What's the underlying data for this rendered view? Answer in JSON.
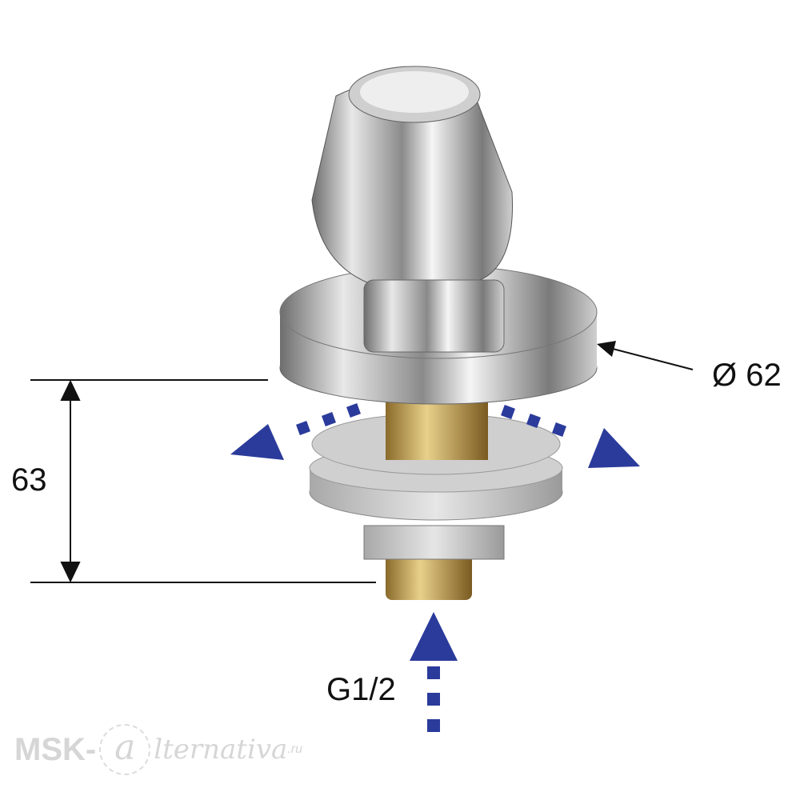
{
  "dimensions": {
    "height_label": "63",
    "diameter_label": "Ø 62",
    "thread_label": "G1/2"
  },
  "watermark": {
    "prefix": "MSK-",
    "at": "a",
    "rest": "lternativa",
    "suffix": ".ru"
  },
  "colors": {
    "flow_arrow": "#2b3b9b",
    "dimension_line": "#111111"
  }
}
